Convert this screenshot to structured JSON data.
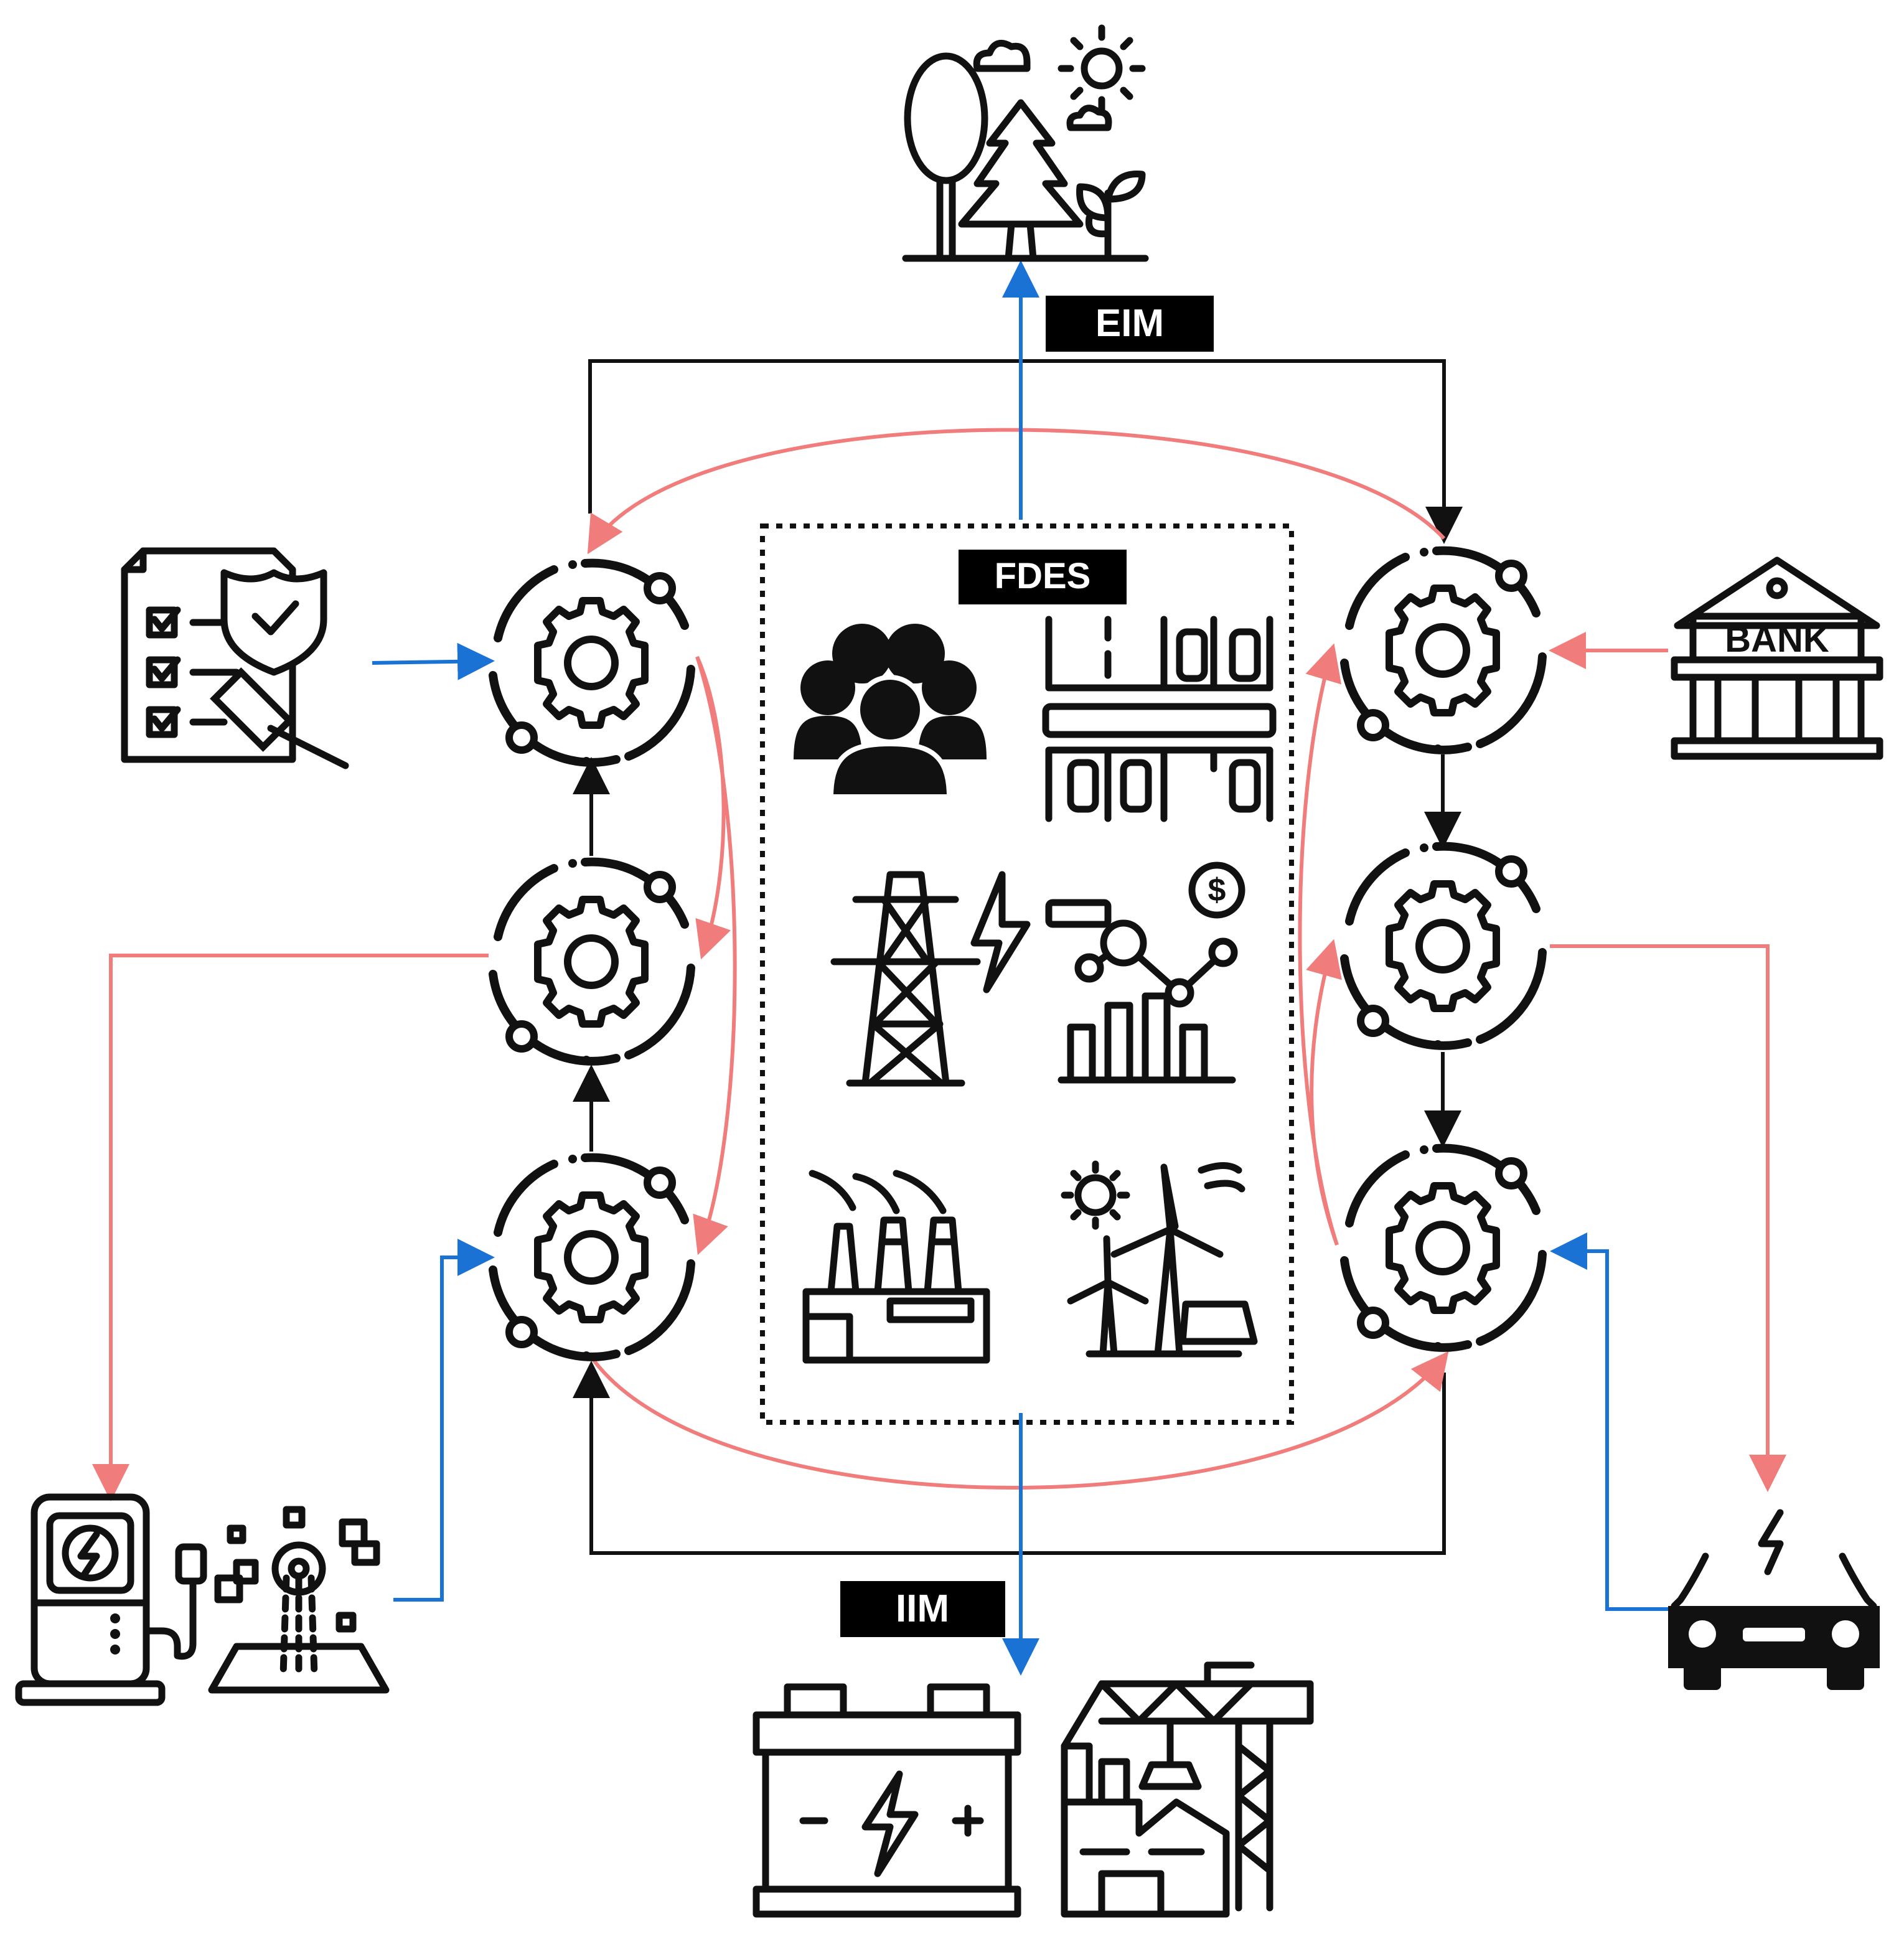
{
  "labels": {
    "eim": "EIM",
    "fdes": "FDES",
    "iim": "IIM",
    "bank": "BANK"
  },
  "colors": {
    "red_arrow": "#f07c7c",
    "blue_arrow": "#1a73d4",
    "black_arrow": "#111111",
    "label_bg": "#000000",
    "label_text": "#ffffff"
  },
  "nodes": {
    "left": [
      "gear-node-left-top",
      "gear-node-left-middle",
      "gear-node-left-bottom"
    ],
    "right": [
      "gear-node-right-top",
      "gear-node-right-middle",
      "gear-node-right-bottom"
    ]
  },
  "icons": {
    "top": "nature-icon",
    "top_left": "regulation-icon",
    "top_right": "bank-icon",
    "bottom_left": [
      "charging-station-icon",
      "digital-technology-icon"
    ],
    "bottom_right": "electric-car-icon",
    "bottom": [
      "battery-icon",
      "factory-crane-icon"
    ],
    "fdes_panel": [
      "people-icon",
      "parking-icon",
      "power-tower-icon",
      "market-chart-icon",
      "power-plant-icon",
      "renewable-energy-icon"
    ]
  }
}
